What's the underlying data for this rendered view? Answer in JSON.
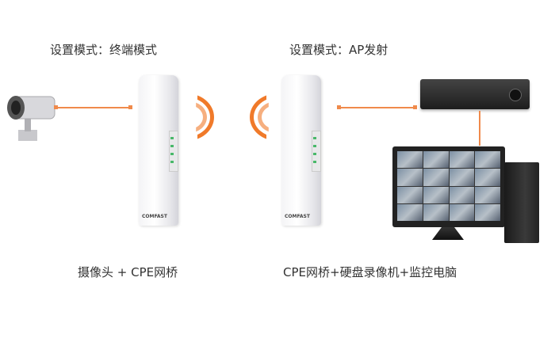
{
  "left": {
    "mode_label": "设置模式：终端模式",
    "caption": "摄像头 + CPE网桥"
  },
  "right": {
    "mode_label": "设置模式：AP发射",
    "caption": "CPE网桥+硬盘录像机+监控电脑"
  },
  "colors": {
    "link": "#f08a4b",
    "wave": "#f07a2a",
    "led": "#49b86a"
  },
  "device_brand": "COMFAST"
}
